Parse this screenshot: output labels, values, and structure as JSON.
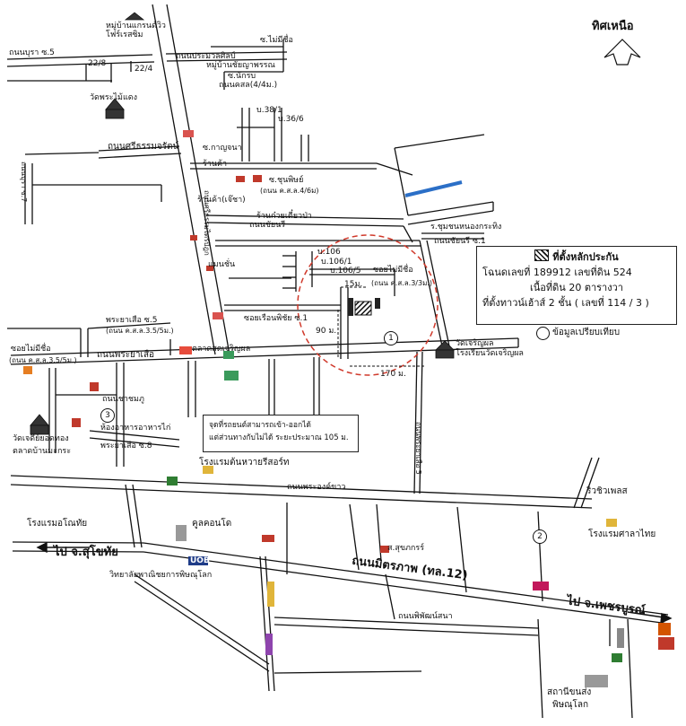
{
  "north_label": "ทิศเหนือ",
  "info_box": {
    "line1": "ที่ตั้งหลักประกัน",
    "line2": "โฉนดเลขที่ 189912 เลขที่ดิน 524",
    "line3": "เนื้อที่ดิน 20 ตารางวา",
    "line4": "ที่ตั้งทาวน์เฮ้าส์ 2 ชั้น ( เลขที่ 114 / 3 )"
  },
  "legend_text": "ข้อมูลเปรียบเทียบ",
  "note_box": {
    "line1": "จุดที่รถยนต์สามารถเข้า-ออกได้",
    "line2": "แต่ส่วนทางกับไม่ได้ ระยะประมาณ 105 ม."
  },
  "distances": {
    "d15": "15ม.",
    "d90": "90 ม.",
    "d170": "170 ม."
  },
  "comparables": [
    "1",
    "2",
    "3"
  ],
  "roads": {
    "mittraphap": "ถนนมิตรภาพ (ทล.12)",
    "to_sukhothai": "ไป จ.สุโขทัย",
    "to_phetchabun": "ไป จ.เพชรบูรณ์",
    "phrachao": "ถนนพระยาเสือ",
    "phraong_khao": "ถนนพระองค์ขาว",
    "sritham": "ถนนศรีธรรมไตรปิฎก",
    "sripracha": "ถนนศรีธรรมจรัตน์",
    "pipatsana": "ถนนพิพัฒน์สนา",
    "prachamuan": "ถนนประมวลศิลป์",
    "nonsri_1": "ถนนชัยนรี",
    "nonsri_2": "ถนนชัยนรี ซ.1",
    "thaosri": "ถนนพระยาเสือ 5"
  },
  "labels": {
    "village_top": "หมู่บ้านแกรนด์วิว",
    "village_top2": "โฟร์เรสซิม",
    "village2": "หมู่บ้านชัยญาพรรณ",
    "soi_b5": "ถนนบุรา ซ.5",
    "n22_8": "22/8",
    "n22_4": "22/4",
    "soi_maisri": "ซ.ไม่มีชื่อ",
    "mukkrat": "ซ.นักรบ",
    "thakam": "ถนนคสล(4/4ม.)",
    "wat_maidaeng": "วัดพระไม้แดง",
    "ban38": "บ.38/1",
    "ban36": "บ.36/6",
    "soi_kapun": "ซ.กาญจนา",
    "chunpit": "ซ.ชุนพิษย์",
    "khl_chunpit": "(ถนน ค.ส.ล.4/6ม)",
    "ban_ban": "ร้านค้า",
    "ban_ban2": "ร้านค้า(เจ๊ชา)",
    "soi_7": "ถนนบุรา ซ.7",
    "soi_khaosan": "ร้านก๋วยเตี๋ยวป่า",
    "soi_chainonsri": "ร.ชุมชนหนองกระทิง",
    "b106": "บ.106",
    "b106_1": "บ.106/1",
    "b106_5": "บ.106/5",
    "soi_nameless": "ซอยไม่มีชื่อ",
    "soi_nameless2": "(ถนน ค.ส.ล.3/3ม.)",
    "maesri": "แมนชั่น",
    "soi_rimchan": "ซอยเรือนพิชัย ซ.1",
    "talad": "ตลาดสดเจริญผล",
    "wat_charoen": "วัดเจริญผล",
    "school_charoen": "โรงเรียนวัดเจริญผล",
    "phraya_soi5": "พระยาเสือ ซ.5",
    "khl_55": "(ถนน ค.ส.ล.3.5/5ม.)",
    "soi_mai": "ซอยไม่มีชื่อ",
    "khl_55b": "(ถนน ค.ส.ล.3.5/5ม.)",
    "soi_chamu": "ถนนชาชมภู",
    "wat_chedi": "วัดเจดีย์ยอดทอง",
    "talad2": "ตลาดบ้านมะกระ",
    "thai_food": "ห้องอาหารอาหารไก่",
    "phraya_soi8": "พระยาเสือ ซ.8",
    "hotel_tonhuay": "โรงแรมต้นหวายรีสอร์ท",
    "ribshew": "ริวชิวเพลส",
    "hotel_chotichai": "โรงแรมอโณทัย",
    "kulkhon": "คูลคอนโด",
    "hotel_sala": "โรงแรมศาลาไทย",
    "sukkhaphon": "ส.สุขภกรร์",
    "college": "วิทยาลัยพาณิชยการพิษณุโลก",
    "station": "สถานีขนส่ง",
    "station2": "พิษณุโลก",
    "uob": "UOB"
  },
  "colors": {
    "blue_segment": "#2b6fc7",
    "circle": "#d0392b",
    "road": "#111111"
  }
}
